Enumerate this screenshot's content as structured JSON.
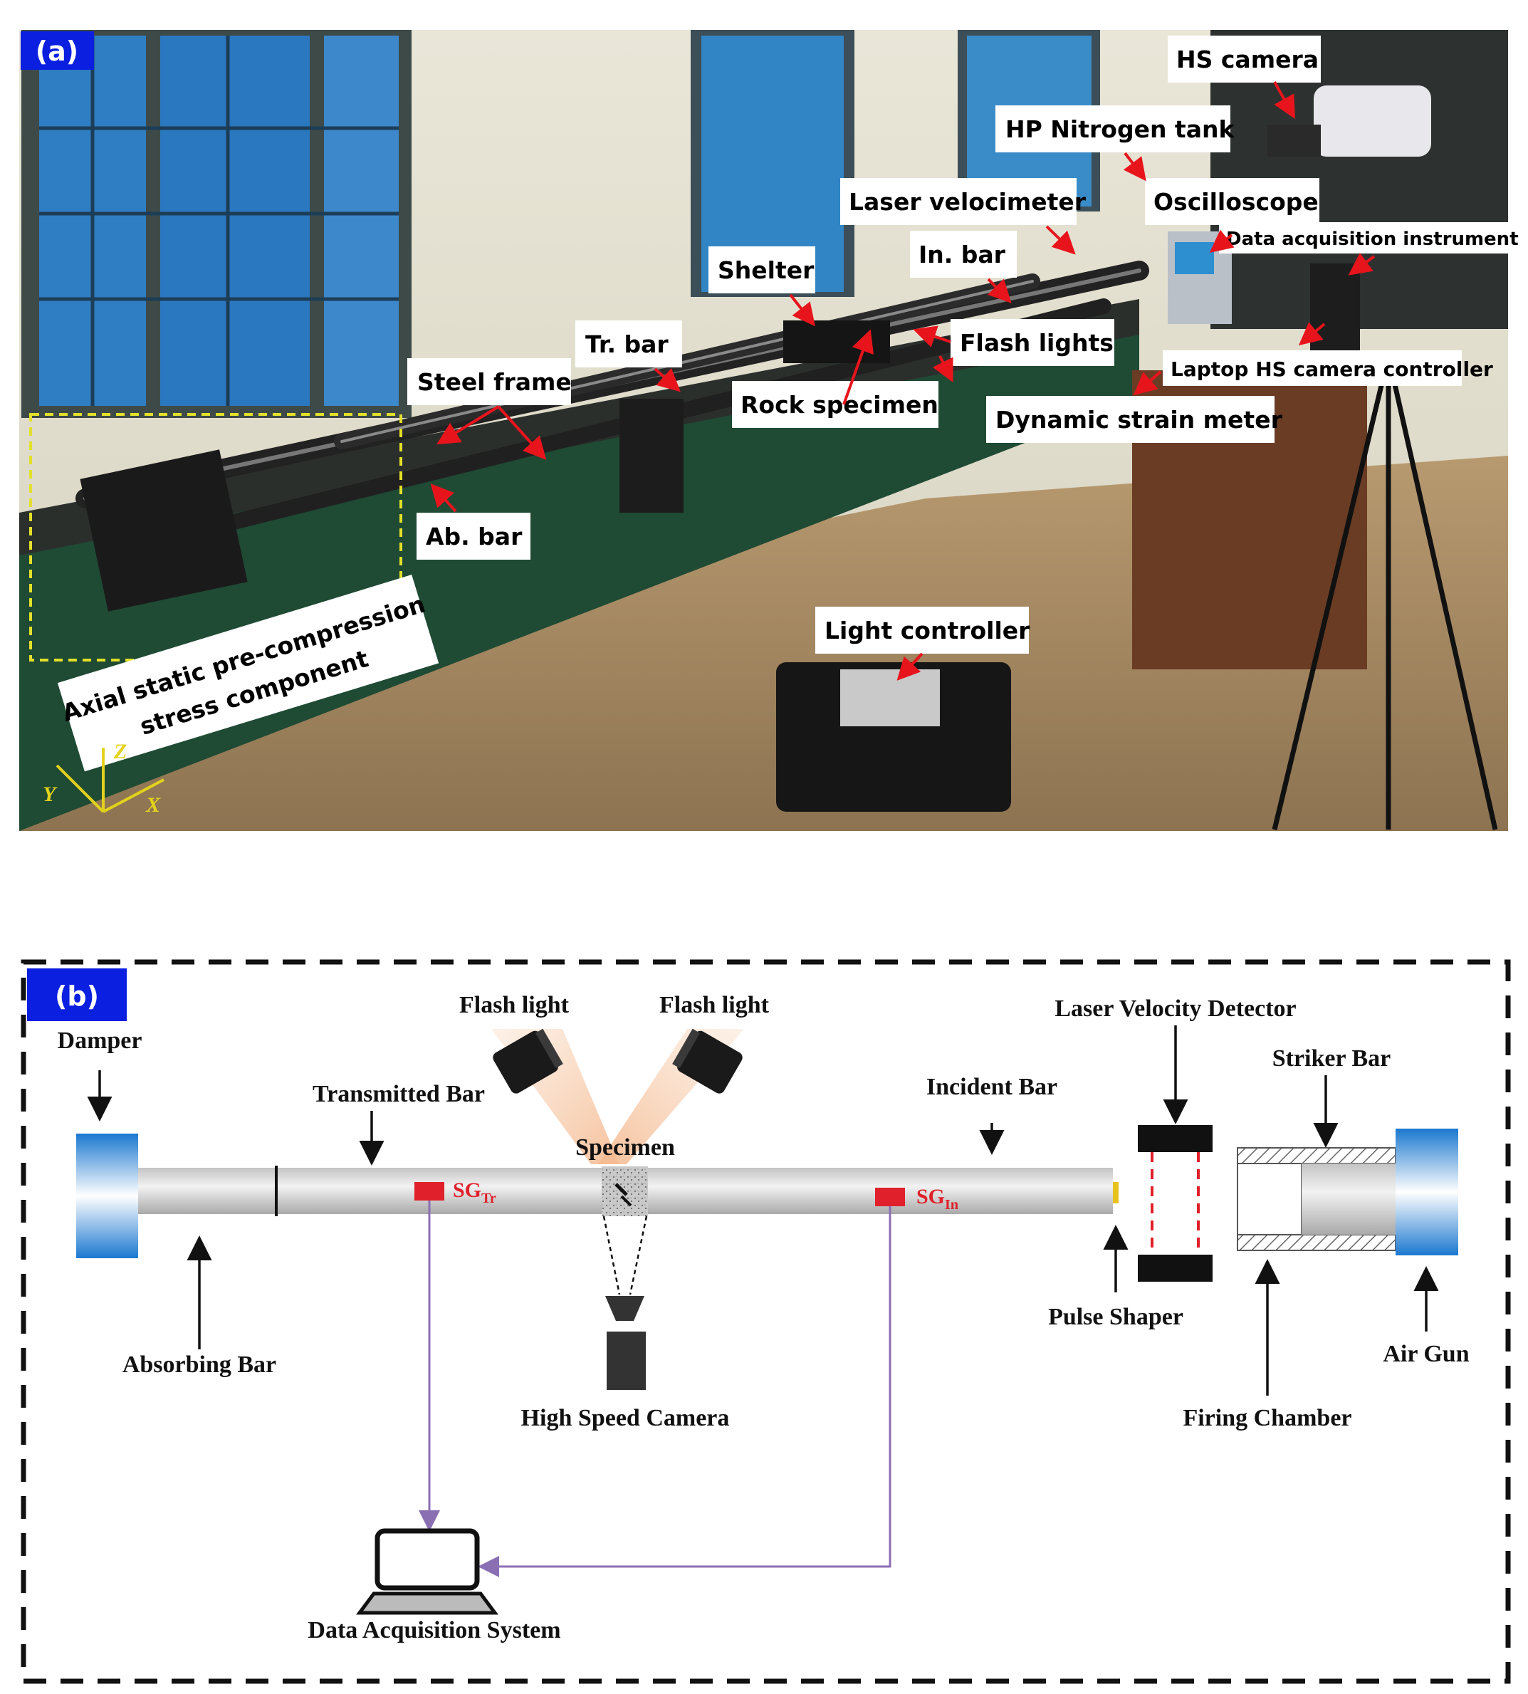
{
  "panel_a": {
    "tag": "(a)",
    "labels": {
      "hs_camera": "HS camera",
      "hp_nitrogen_tank": "HP Nitrogen tank",
      "laser_velocimeter": "Laser velocimeter",
      "oscilloscope": "Oscilloscope",
      "data_acquisition_instrument": "Data acquisition instrument",
      "in_bar": "In. bar",
      "shelter": "Shelter",
      "tr_bar": "Tr. bar",
      "flash_lights": "Flash lights",
      "steel_frame": "Steel frame",
      "rock_specimen": "Rock specimen",
      "laptop_controller": "Laptop HS camera controller",
      "dynamic_strain_meter": "Dynamic strain meter",
      "ab_bar": "Ab. bar",
      "axial_line1": "Axial static pre-compression",
      "axial_line2": "stress component",
      "light_controller": "Light controller"
    },
    "axes": {
      "x": "X",
      "y": "Y",
      "z": "Z"
    },
    "colors": {
      "tag_bg": "#0a1fe0",
      "arrow": "#e8141c",
      "dashed_box": "#e3e02a",
      "axes": "#e3d21c"
    }
  },
  "panel_b": {
    "tag": "(b)",
    "labels": {
      "damper": "Damper",
      "transmitted_bar": "Transmitted Bar",
      "flash_light_left": "Flash light",
      "flash_light_right": "Flash light",
      "specimen": "Specimen",
      "incident_bar": "Incident Bar",
      "laser_velocity_detector": "Laser Velocity Detector",
      "striker_bar": "Striker Bar",
      "absorbing_bar": "Absorbing Bar",
      "high_speed_camera": "High Speed Camera",
      "pulse_shaper": "Pulse Shaper",
      "air_gun": "Air Gun",
      "firing_chamber": "Firing Chamber",
      "data_acquisition_system": "Data Acquisition System"
    },
    "strain_gauges": {
      "tr": {
        "main": "SG",
        "sub": "Tr"
      },
      "in": {
        "main": "SG",
        "sub": "In"
      }
    },
    "colors": {
      "tag_bg": "#0a1fe0",
      "gauge": "#e0202a",
      "wire": "#8b6fb3",
      "damper": "#1e7fd6",
      "beam": "#f5c9a8"
    }
  }
}
